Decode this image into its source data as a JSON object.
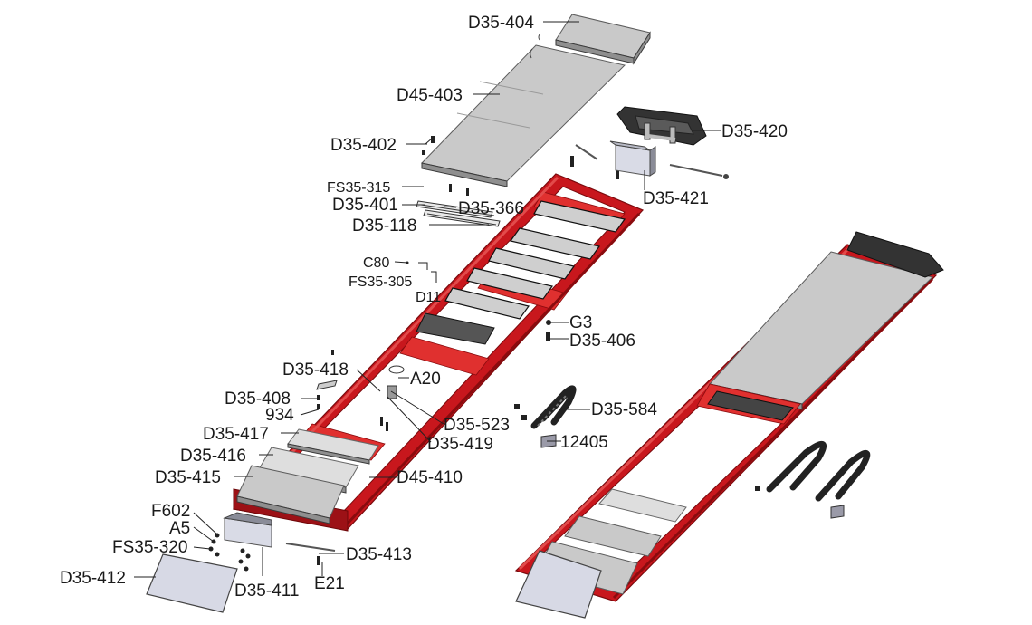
{
  "diagram": {
    "labels": {
      "d35_404": "D35-404",
      "d45_403": "D45-403",
      "d35_420": "D35-420",
      "d35_402": "D35-402",
      "d35_421": "D35-421",
      "fs35_315": "FS35-315",
      "d35_401": "D35-401",
      "d35_366": "D35-366",
      "d35_118": "D35-118",
      "c80": "C80",
      "fs35_305": "FS35-305",
      "d11": "D11",
      "g3": "G3",
      "d35_406": "D35-406",
      "d35_418": "D35-418",
      "a20": "A20",
      "d35_408": "D35-408",
      "n934": "934",
      "d35_523": "D35-523",
      "d35_584": "D35-584",
      "d35_419": "D35-419",
      "d35_417": "D35-417",
      "n12405": "12405",
      "d35_416": "D35-416",
      "d35_415": "D35-415",
      "d45_410": "D45-410",
      "f602": "F602",
      "a5": "A5",
      "fs35_320": "FS35-320",
      "d35_413": "D35-413",
      "d35_412": "D35-412",
      "d35_411": "D35-411",
      "e21": "E21"
    },
    "colors": {
      "frame": "#c8171d",
      "plate": "#c9c9c9",
      "chain": "#222222",
      "label": "#1a1a1a"
    }
  }
}
